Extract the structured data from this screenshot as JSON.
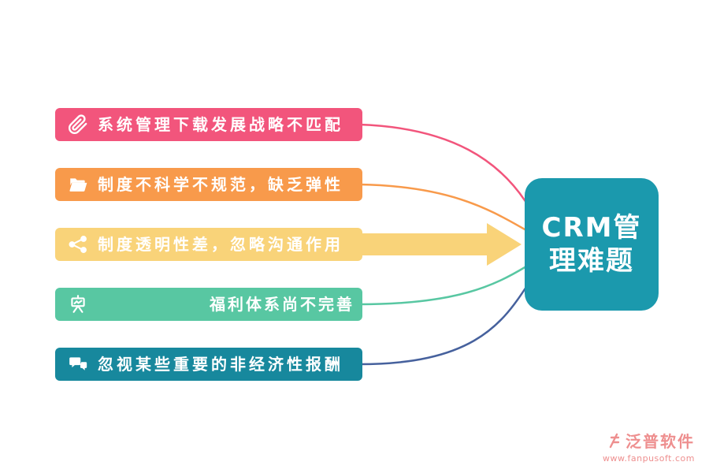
{
  "diagram": {
    "center_topic": {
      "label": "CRM管理难题",
      "line1": "CRM管",
      "line2": "理难题",
      "color": "#1b99ad"
    },
    "items": [
      {
        "label": "系统管理下载发展战略不匹配",
        "icon": "paperclip-icon",
        "color": "#f2557c",
        "line_color": "#f2557c"
      },
      {
        "label": "制度不科学不规范，缺乏弹性",
        "icon": "open-folder-icon",
        "color": "#f89a4b",
        "line_color": "#f89a4b"
      },
      {
        "label": "制度透明性差，忽略沟通作用",
        "icon": "share-network-icon",
        "color": "#f9d379",
        "line_color": "#f9d379"
      },
      {
        "label": "福利体系尚不完善",
        "icon": "presentation-board-icon",
        "color": "#58c7a2",
        "line_color": "#58c7a2"
      },
      {
        "label": "忽视某些重要的非经济性报酬",
        "icon": "comments-icon",
        "color": "#17889d",
        "line_color": "#46619d"
      }
    ]
  },
  "watermark": {
    "brand": "泛普软件",
    "url": "www.fanpusoft.com",
    "color": "#ee8f8f"
  }
}
